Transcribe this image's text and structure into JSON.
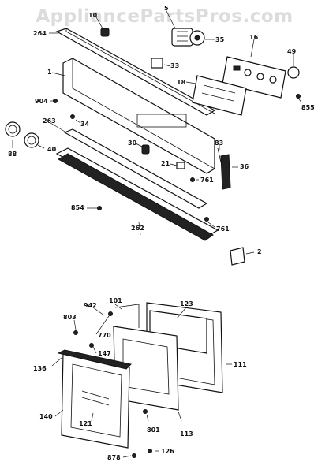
{
  "watermark": "AppliancePartsPros.com",
  "labels": [
    "5",
    "10",
    "264",
    "35",
    "16",
    "49",
    "33",
    "1",
    "18",
    "904",
    "855",
    "34",
    "263",
    "83",
    "30",
    "88",
    "40",
    "21",
    "36",
    "761",
    "854",
    "262",
    "761",
    "2",
    "942",
    "101",
    "123",
    "803",
    "770",
    "147",
    "136",
    "111",
    "140",
    "121",
    "801",
    "113",
    "878",
    "126"
  ]
}
